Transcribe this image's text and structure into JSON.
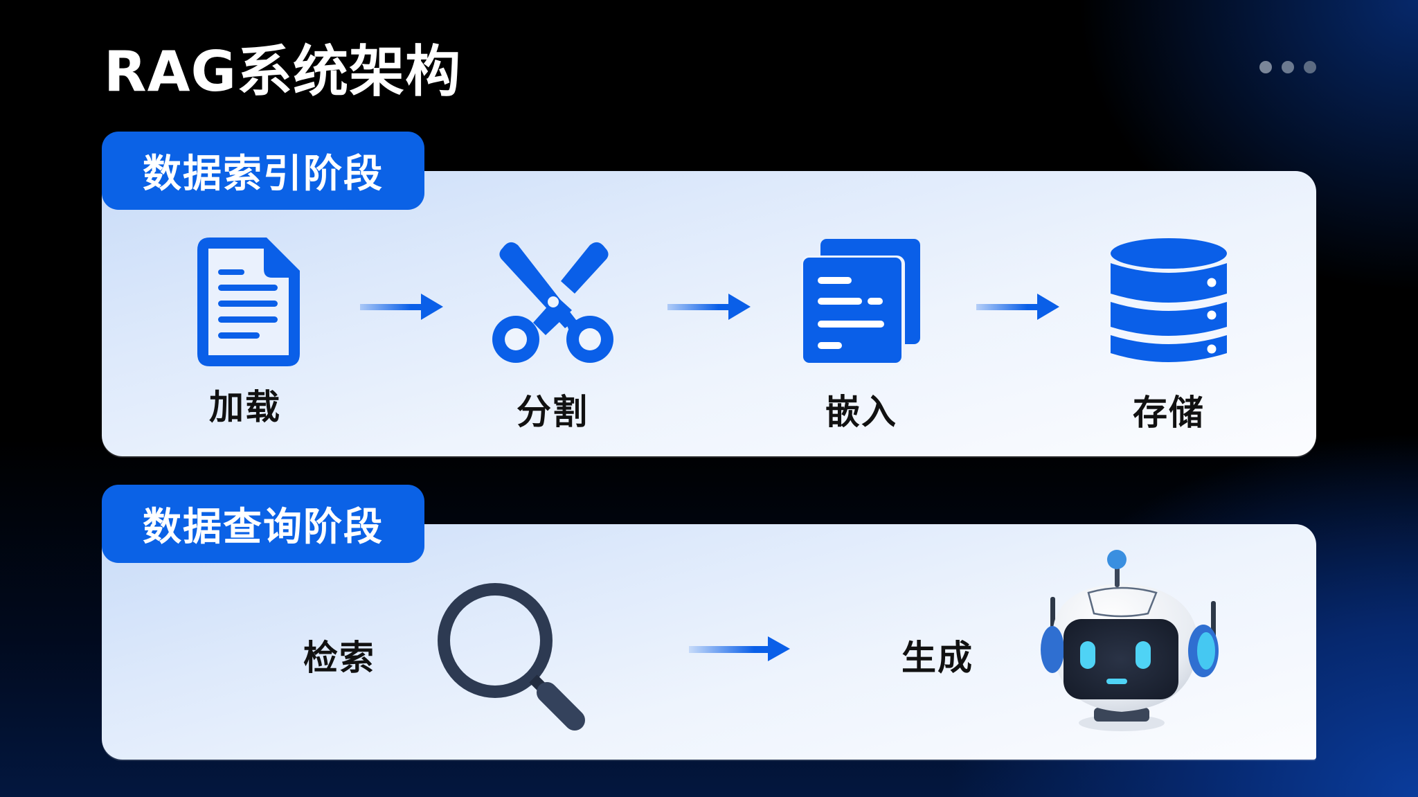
{
  "header": {
    "title": "RAG系统架构",
    "menu_dots": [
      "#7a8699",
      "#6c7a90",
      "#5c6b82"
    ]
  },
  "colors": {
    "accent_blue": "#0b62e6",
    "icon_blue": "#0a5fe8",
    "search_icon": "#2d3a52",
    "label_text": "#111111"
  },
  "indexing_stage": {
    "tab_label": "数据索引阶段",
    "steps": [
      {
        "label": "加载",
        "icon": "document-icon"
      },
      {
        "label": "分割",
        "icon": "scissors-icon"
      },
      {
        "label": "嵌入",
        "icon": "stacked-documents-icon"
      },
      {
        "label": "存储",
        "icon": "database-icon"
      }
    ]
  },
  "query_stage": {
    "tab_label": "数据查询阶段",
    "steps": [
      {
        "label": "检索",
        "icon": "magnifier-icon"
      },
      {
        "label": "生成",
        "icon": "robot-icon"
      }
    ]
  }
}
